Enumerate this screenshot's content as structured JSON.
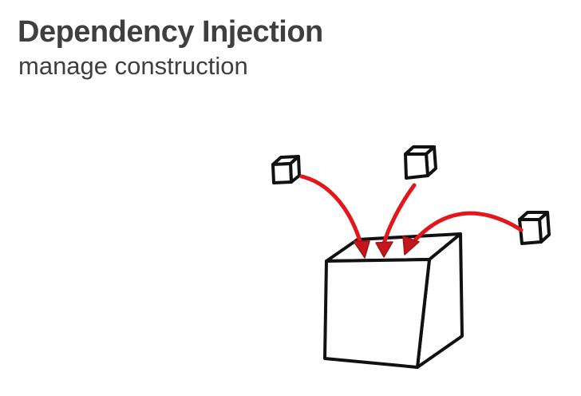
{
  "slide": {
    "title": "Dependency Injection",
    "subtitle": "manage construction"
  },
  "diagram": {
    "dependencies": [
      {
        "name": "dependency-left"
      },
      {
        "name": "dependency-middle"
      },
      {
        "name": "dependency-right"
      }
    ],
    "target": {
      "name": "constructed-object"
    },
    "colors": {
      "ink": "#111111",
      "arrow": "#e3161b",
      "title_text": "#3f3f3f"
    }
  }
}
